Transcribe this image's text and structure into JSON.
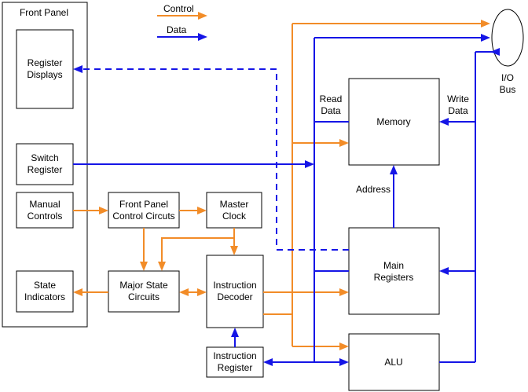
{
  "colors": {
    "control": "#f28c28",
    "data": "#1515e6"
  },
  "legend": {
    "control": "Control",
    "data": "Data"
  },
  "front_panel": {
    "title": "Front Panel"
  },
  "boxes": {
    "register_displays": [
      "Register",
      "Displays"
    ],
    "switch_register": [
      "Switch",
      "Register"
    ],
    "manual_controls": [
      "Manual",
      "Controls"
    ],
    "state_indicators": [
      "State",
      "Indicators"
    ],
    "front_panel_control": [
      "Front Panel",
      "Control Circuts"
    ],
    "master_clock": [
      "Master",
      "Clock"
    ],
    "major_state": [
      "Major State",
      "Circuits"
    ],
    "instruction_decoder": [
      "Instruction",
      "Decoder"
    ],
    "instruction_register": [
      "Instruction",
      "Register"
    ],
    "memory": [
      "Memory"
    ],
    "main_registers": [
      "Main",
      "Registers"
    ],
    "alu": [
      "ALU"
    ]
  },
  "labels": {
    "read_data": [
      "Read",
      "Data"
    ],
    "write_data": [
      "Write",
      "Data"
    ],
    "address": "Address",
    "io_bus": [
      "I/O",
      "Bus"
    ]
  }
}
